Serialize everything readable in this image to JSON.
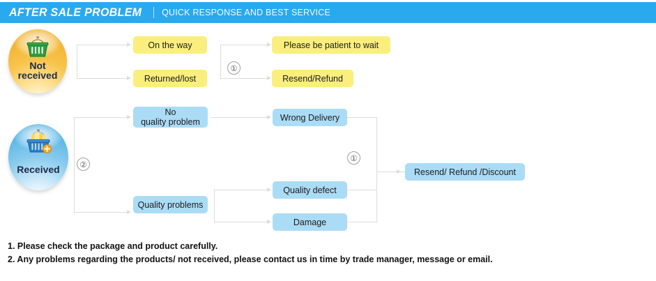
{
  "header": {
    "title": "AFTER SALE PROBLEM",
    "divider": "|",
    "subtitle": "QUICK RESPONSE AND BEST SERVICE",
    "bar_color": "#29a9ee",
    "title_color": "#ffffff"
  },
  "colors": {
    "yellow_node": "#faef7c",
    "blue_node": "#abdcf6",
    "connector": "#dcdcdc",
    "marker_border": "#9e9e9e",
    "text": "#1b1b1b"
  },
  "flows": [
    {
      "id": "not-received",
      "status": {
        "label": "Not\nreceived",
        "icon": "shopping-basket-icon",
        "sphere_color": "#f7c44b"
      },
      "marker": null,
      "stage1": [
        {
          "label": "On the way",
          "color": "yellow"
        },
        {
          "label": "Returned/lost",
          "color": "yellow"
        }
      ],
      "stage1_marker": "①",
      "stage2": [
        {
          "label": "Please be patient to wait",
          "color": "yellow"
        },
        {
          "label": "Resend/Refund",
          "color": "yellow"
        }
      ]
    },
    {
      "id": "received",
      "status": {
        "label": "Received",
        "icon": "full-shopping-basket-icon",
        "sphere_color": "#3da8e0"
      },
      "marker": "②",
      "stage1": [
        {
          "label": "No\nquality problem",
          "color": "blue"
        },
        {
          "label": "Quality problems",
          "color": "blue"
        }
      ],
      "stage2": [
        {
          "label": "Wrong Delivery",
          "color": "blue"
        },
        {
          "label": "Quality defect",
          "color": "blue"
        },
        {
          "label": "Damage",
          "color": "blue"
        }
      ],
      "merge_marker": "①",
      "outcome": {
        "label": "Resend/ Refund /Discount",
        "color": "blue"
      }
    }
  ],
  "footnotes": [
    "1. Please check the package and product carefully.",
    "2. Any problems regarding the products/ not received, please contact us in time by trade manager, message or email."
  ]
}
